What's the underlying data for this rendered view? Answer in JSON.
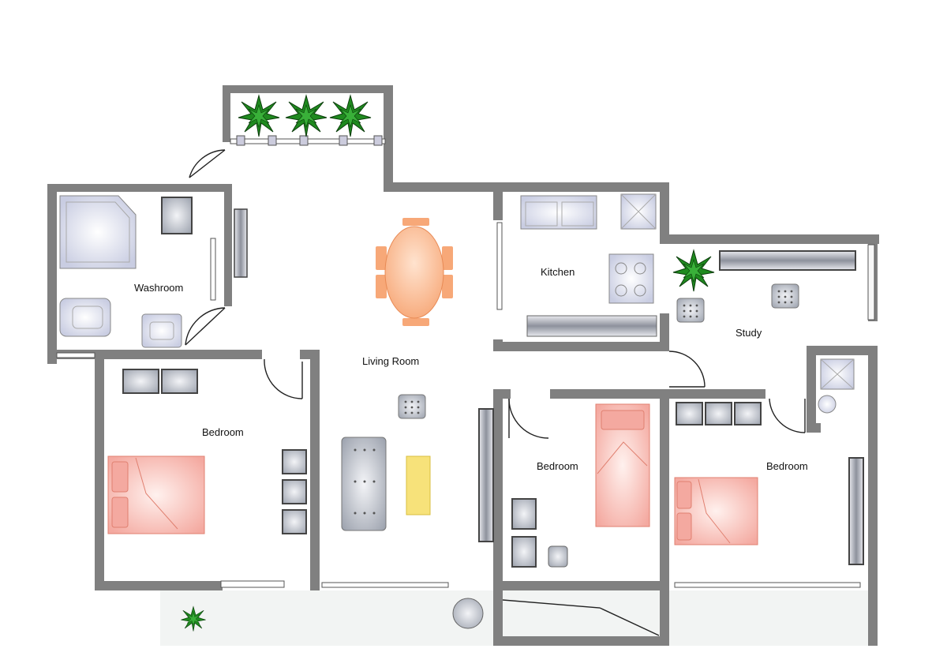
{
  "rooms": {
    "washroom": "Washroom",
    "living_room": "Living Room",
    "kitchen": "Kitchen",
    "study": "Study",
    "bedroom_left": "Bedroom",
    "bedroom_middle": "Bedroom",
    "bedroom_right": "Bedroom"
  },
  "colors": {
    "wall": "#808080",
    "bed": "#f4a9a0",
    "dining": "#f7a878",
    "rug": "#f7e27a",
    "plant": "#1f8a1f",
    "furniture": "#9aa0ac",
    "balcony": "#f2f4f3"
  }
}
